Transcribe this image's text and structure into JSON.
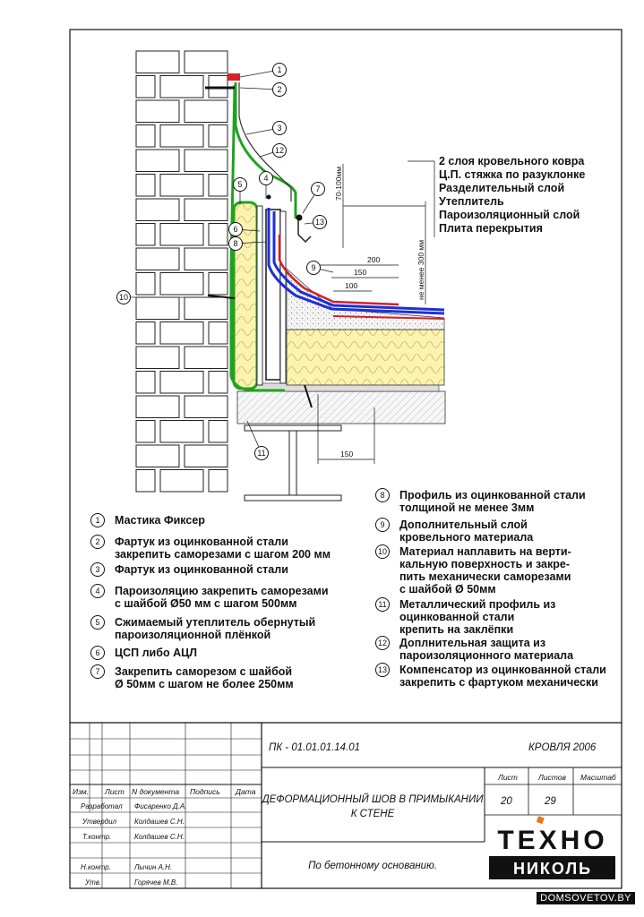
{
  "callouts": [
    "1",
    "2",
    "3",
    "12",
    "4",
    "5",
    "7",
    "13",
    "6",
    "8",
    "9",
    "10",
    "11"
  ],
  "layers": [
    "2 слоя кровельного ковра",
    "Ц.П. стяжка по разуклонке",
    "Разделительный слой",
    "Утеплитель",
    "Пароизоляционный слой",
    "Плита перекрытия"
  ],
  "dimensions": {
    "d70_100": "70-100мм",
    "d200": "200",
    "d150_top": "150",
    "d100": "100",
    "not_less_300": "не менее 300 мм",
    "d150_bottom": "150"
  },
  "legend_left": [
    {
      "num": "1",
      "lines": [
        "Мастика Фиксер"
      ]
    },
    {
      "num": "2",
      "lines": [
        "Фартук из оцинкованной стали",
        "закрепить саморезами с шагом 200 мм"
      ]
    },
    {
      "num": "3",
      "lines": [
        "Фартук из оцинкованной стали"
      ]
    },
    {
      "num": "4",
      "lines": [
        "Пароизоляцию закрепить саморезами",
        "с шайбой Ø50 мм с шагом 500мм"
      ]
    },
    {
      "num": "5",
      "lines": [
        "Сжимаемый утеплитель обернутый",
        "пароизоляционной плёнкой"
      ]
    },
    {
      "num": "6",
      "lines": [
        "ЦСП либо АЦЛ"
      ]
    },
    {
      "num": "7",
      "lines": [
        "Закрепить саморезом с шайбой",
        "Ø 50мм с шагом не более 250мм"
      ]
    }
  ],
  "legend_right": [
    {
      "num": "8",
      "lines": [
        "Профиль из оцинкованной стали",
        "толщиной не менее 3мм"
      ]
    },
    {
      "num": "9",
      "lines": [
        "Дополнительный слой",
        "кровельного материала"
      ]
    },
    {
      "num": "10",
      "lines": [
        "Материал наплавить на верти-",
        "кальную поверхность и закре-",
        "пить механически саморезами",
        "с шайбой Ø 50мм"
      ]
    },
    {
      "num": "11",
      "lines": [
        "Металлический профиль из",
        "оцинкованной стали",
        "крепить на заклёпки"
      ]
    },
    {
      "num": "12",
      "lines": [
        "Доплнительная защита из",
        "пароизоляционного материала"
      ]
    },
    {
      "num": "13",
      "lines": [
        "Компенсатор из оцинкованной стали",
        "закрепить с фартуком механически"
      ]
    }
  ],
  "title_block": {
    "code": "ПК - 01.01.01.14.01",
    "project": "КРОВЛЯ 2006",
    "col_headers": [
      "Изм.",
      "Лист",
      "N документа",
      "Подпись",
      "Дата"
    ],
    "roles": [
      "Разработал",
      "Утвердил",
      "Т.контр.",
      "Н.контр.",
      "Утв."
    ],
    "names": [
      "Фисаренко Д.А.",
      "Колдашев С.Н.",
      "Колдашев С.Н.",
      "Лычин А.Н.",
      "Горячев М.В."
    ],
    "sheet_label": "Лист",
    "sheets_label": "Листов",
    "scale_label": "Масштаб",
    "sheet": "20",
    "sheets": "29",
    "title_line1": "ДЕФОРМАЦИОННЫЙ ШОВ В ПРИМЫКАНИИ",
    "title_line2": "К СТЕНЕ",
    "subtitle": "По бетонному основанию.",
    "logo_top": "ТЕХНО",
    "logo_bottom": "НИКОЛЬ"
  },
  "watermark": "DOMSOVETOV.BY",
  "colors": {
    "green": "#1fa31f",
    "blue": "#1c2fd6",
    "red": "#d4202a",
    "insulation": "#fdf3b0",
    "logo_accent": "#e8761c"
  }
}
